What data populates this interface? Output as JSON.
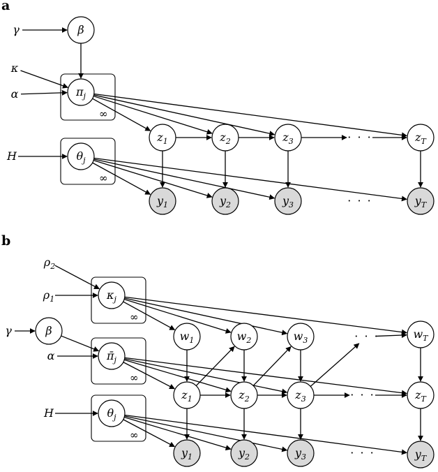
{
  "panels": [
    {
      "label": "a",
      "nodes": [
        {
          "id": "a_gamma",
          "kind": "param",
          "base": "γ",
          "sub": ""
        },
        {
          "id": "a_kappa",
          "kind": "param",
          "base": "κ",
          "sub": ""
        },
        {
          "id": "a_alpha",
          "kind": "param",
          "base": "α",
          "sub": ""
        },
        {
          "id": "a_H",
          "kind": "param",
          "base": "H",
          "sub": ""
        },
        {
          "id": "a_beta",
          "kind": "latent",
          "base": "β",
          "sub": ""
        },
        {
          "id": "a_pi",
          "kind": "latent",
          "base": "π",
          "sub": "j"
        },
        {
          "id": "a_theta",
          "kind": "latent",
          "base": "θ",
          "sub": "j"
        },
        {
          "id": "a_z1",
          "kind": "latent",
          "base": "z",
          "sub": "1"
        },
        {
          "id": "a_z2",
          "kind": "latent",
          "base": "z",
          "sub": "2"
        },
        {
          "id": "a_z3",
          "kind": "latent",
          "base": "z",
          "sub": "3"
        },
        {
          "id": "a_zT",
          "kind": "latent",
          "base": "z",
          "sub": "T"
        },
        {
          "id": "a_y1",
          "kind": "observed",
          "base": "y",
          "sub": "1"
        },
        {
          "id": "a_y2",
          "kind": "observed",
          "base": "y",
          "sub": "2"
        },
        {
          "id": "a_y3",
          "kind": "observed",
          "base": "y",
          "sub": "3"
        },
        {
          "id": "a_yT",
          "kind": "observed",
          "base": "y",
          "sub": "T"
        },
        {
          "id": "a_zdots",
          "kind": "ellipsis",
          "base": "· · ·",
          "sub": ""
        },
        {
          "id": "a_ydots",
          "kind": "ellipsis",
          "base": "· · ·",
          "sub": ""
        }
      ],
      "plates": [
        {
          "id": "a_plate_pi",
          "contains": "a_pi",
          "label": "∞"
        },
        {
          "id": "a_plate_theta",
          "contains": "a_theta",
          "label": "∞"
        }
      ],
      "edges": [
        [
          "a_gamma",
          "a_beta"
        ],
        [
          "a_beta",
          "a_pi"
        ],
        [
          "a_kappa",
          "a_pi"
        ],
        [
          "a_alpha",
          "a_pi"
        ],
        [
          "a_H",
          "a_theta"
        ],
        [
          "a_pi",
          "a_z1"
        ],
        [
          "a_pi",
          "a_z2"
        ],
        [
          "a_pi",
          "a_z3"
        ],
        [
          "a_pi",
          "a_zT"
        ],
        [
          "a_theta",
          "a_y1"
        ],
        [
          "a_theta",
          "a_y2"
        ],
        [
          "a_theta",
          "a_y3"
        ],
        [
          "a_theta",
          "a_yT"
        ],
        [
          "a_z1",
          "a_z2"
        ],
        [
          "a_z2",
          "a_z3"
        ],
        [
          "a_z3",
          "a_zdots"
        ],
        [
          "a_zdots",
          "a_zT"
        ],
        [
          "a_z1",
          "a_y1"
        ],
        [
          "a_z2",
          "a_y2"
        ],
        [
          "a_z3",
          "a_y3"
        ],
        [
          "a_zT",
          "a_yT"
        ]
      ]
    },
    {
      "label": "b",
      "nodes": [
        {
          "id": "b_rho2",
          "kind": "param",
          "base": "ρ",
          "sub": "2"
        },
        {
          "id": "b_rho1",
          "kind": "param",
          "base": "ρ",
          "sub": "1"
        },
        {
          "id": "b_gamma",
          "kind": "param",
          "base": "γ",
          "sub": ""
        },
        {
          "id": "b_alpha",
          "kind": "param",
          "base": "α",
          "sub": ""
        },
        {
          "id": "b_H",
          "kind": "param",
          "base": "H",
          "sub": ""
        },
        {
          "id": "b_beta",
          "kind": "latent",
          "base": "β",
          "sub": ""
        },
        {
          "id": "b_kappa",
          "kind": "latent",
          "base": "κ",
          "sub": "j"
        },
        {
          "id": "b_pibar",
          "kind": "latent",
          "base": "π̄",
          "sub": "j"
        },
        {
          "id": "b_theta",
          "kind": "latent",
          "base": "θ",
          "sub": "j"
        },
        {
          "id": "b_w1",
          "kind": "latent",
          "base": "w",
          "sub": "1"
        },
        {
          "id": "b_w2",
          "kind": "latent",
          "base": "w",
          "sub": "2"
        },
        {
          "id": "b_w3",
          "kind": "latent",
          "base": "w",
          "sub": "3"
        },
        {
          "id": "b_wT",
          "kind": "latent",
          "base": "w",
          "sub": "T"
        },
        {
          "id": "b_z1",
          "kind": "latent",
          "base": "z",
          "sub": "1"
        },
        {
          "id": "b_z2",
          "kind": "latent",
          "base": "z",
          "sub": "2"
        },
        {
          "id": "b_z3",
          "kind": "latent",
          "base": "z",
          "sub": "3"
        },
        {
          "id": "b_zT",
          "kind": "latent",
          "base": "z",
          "sub": "T"
        },
        {
          "id": "b_y1",
          "kind": "observed",
          "base": "y",
          "sub": "1"
        },
        {
          "id": "b_y2",
          "kind": "observed",
          "base": "y",
          "sub": "2"
        },
        {
          "id": "b_y3",
          "kind": "observed",
          "base": "y",
          "sub": "3"
        },
        {
          "id": "b_yT",
          "kind": "observed",
          "base": "y",
          "sub": "T"
        },
        {
          "id": "b_wdots",
          "kind": "ellipsis",
          "base": "· · ·",
          "sub": ""
        },
        {
          "id": "b_zdots",
          "kind": "ellipsis",
          "base": "· · ·",
          "sub": ""
        },
        {
          "id": "b_ydots",
          "kind": "ellipsis",
          "base": "· · ·",
          "sub": ""
        }
      ],
      "plates": [
        {
          "id": "b_plate_kappa",
          "contains": "b_kappa",
          "label": "∞"
        },
        {
          "id": "b_plate_pibar",
          "contains": "b_pibar",
          "label": "∞"
        },
        {
          "id": "b_plate_theta",
          "contains": "b_theta",
          "label": "∞"
        }
      ],
      "edges": [
        [
          "b_rho2",
          "b_kappa"
        ],
        [
          "b_rho1",
          "b_kappa"
        ],
        [
          "b_gamma",
          "b_beta"
        ],
        [
          "b_beta",
          "b_pibar"
        ],
        [
          "b_alpha",
          "b_pibar"
        ],
        [
          "b_H",
          "b_theta"
        ],
        [
          "b_kappa",
          "b_w1"
        ],
        [
          "b_kappa",
          "b_w2"
        ],
        [
          "b_kappa",
          "b_w3"
        ],
        [
          "b_kappa",
          "b_wT"
        ],
        [
          "b_pibar",
          "b_z1"
        ],
        [
          "b_pibar",
          "b_z2"
        ],
        [
          "b_pibar",
          "b_z3"
        ],
        [
          "b_pibar",
          "b_zT"
        ],
        [
          "b_theta",
          "b_y1"
        ],
        [
          "b_theta",
          "b_y2"
        ],
        [
          "b_theta",
          "b_y3"
        ],
        [
          "b_theta",
          "b_yT"
        ],
        [
          "b_w1",
          "b_z1"
        ],
        [
          "b_w2",
          "b_z2"
        ],
        [
          "b_w3",
          "b_z3"
        ],
        [
          "b_wT",
          "b_zT"
        ],
        [
          "b_z1",
          "b_w2"
        ],
        [
          "b_z2",
          "b_w3"
        ],
        [
          "b_z3",
          "b_wdots"
        ],
        [
          "b_wdots",
          "b_wT"
        ],
        [
          "b_z1",
          "b_z2"
        ],
        [
          "b_z2",
          "b_z3"
        ],
        [
          "b_z3",
          "b_zdots"
        ],
        [
          "b_zdots",
          "b_zT"
        ],
        [
          "b_z1",
          "b_y1"
        ],
        [
          "b_z2",
          "b_y2"
        ],
        [
          "b_z3",
          "b_y3"
        ],
        [
          "b_zT",
          "b_yT"
        ]
      ]
    }
  ]
}
